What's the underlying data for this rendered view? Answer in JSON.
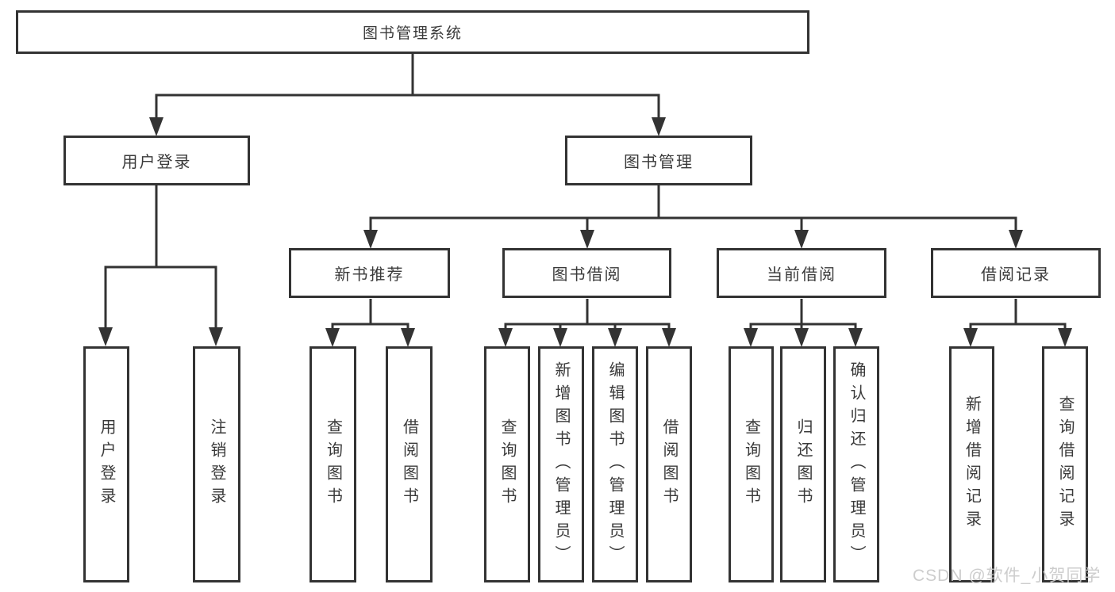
{
  "diagram": {
    "type": "tree",
    "root": "图书管理系统",
    "branches": [
      {
        "label": "用户登录",
        "children": [
          "用户登录",
          "注销登录"
        ]
      },
      {
        "label": "图书管理",
        "children": [
          {
            "label": "新书推荐",
            "children": [
              "查询图书",
              "借阅图书"
            ]
          },
          {
            "label": "图书借阅",
            "children": [
              "查询图书",
              "新增图书（管理员）",
              "编辑图书（管理员）",
              "借阅图书"
            ]
          },
          {
            "label": "当前借阅",
            "children": [
              "查询图书",
              "归还图书",
              "确认归还（管理员）"
            ]
          },
          {
            "label": "借阅记录",
            "children": [
              "新增借阅记录",
              "查询借阅记录"
            ]
          }
        ]
      }
    ],
    "watermark": "CSDN @软件_小贺同学",
    "colors": {
      "line": "#333333",
      "text": "#3a3a3a",
      "watermark": "#c9c9c9",
      "background": "#ffffff"
    }
  }
}
